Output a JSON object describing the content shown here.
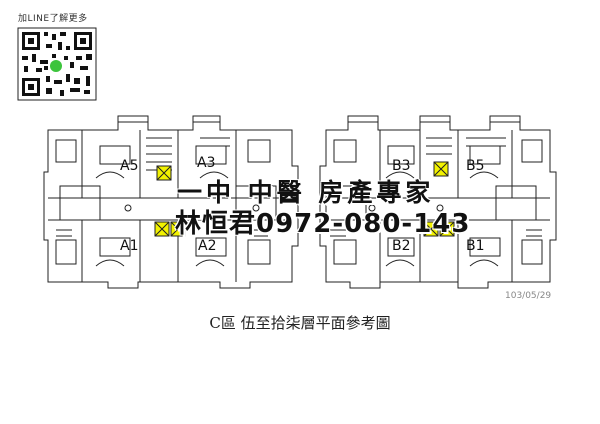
{
  "qr": {
    "label": "加LINE了解更多"
  },
  "units": [
    "A5",
    "A3",
    "A1",
    "A2",
    "B3",
    "B5",
    "B2",
    "B1"
  ],
  "watermark": {
    "line1": "一中 中醫 房產專家",
    "line2": "林恒君0972-080-143"
  },
  "date_stamp": "103/05/29",
  "caption": "C區  伍至拾柒層平面參考圖",
  "colors": {
    "highlight": "#f2f200",
    "line": "#222222",
    "qr_dot": "#3cc43c"
  }
}
